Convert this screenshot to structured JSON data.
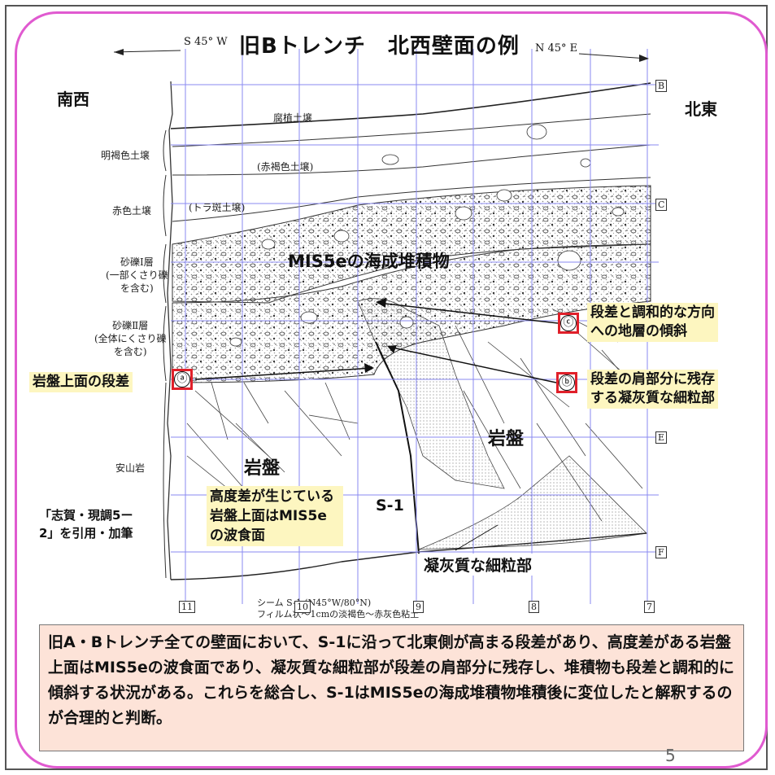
{
  "slide": {
    "title": "旧Bトレンチ　北西壁面の例",
    "direction_left": "S 45° W",
    "direction_right": "N 45° E",
    "side_left": "南西",
    "side_right": "北東",
    "page_number": "5",
    "citation": "「志賀・現調5ー2」を引用・加筆"
  },
  "layers": {
    "top_soil": "腐植土壌",
    "light_brown": "明褐色土壌",
    "reddish_brown": "(赤褐色土壌)",
    "red_soil": "赤色土壌",
    "tiger_soil": "(トラ斑土壌)",
    "gravel1": "砂礫Ⅰ層\n(一部くさり礫\nを含む)",
    "gravel2": "砂礫Ⅱ層\n(全体にくさり礫\nを含む)",
    "andesite": "安山岩",
    "seam": "シーム S-1 (N45°W/80°N)\nフィルム状～1cmの淡褐色～赤灰色粘土"
  },
  "grid_tags": {
    "row": [
      "B",
      "C",
      "E",
      "F"
    ],
    "col": [
      "11",
      "10",
      "9",
      "8",
      "7"
    ]
  },
  "annotations": {
    "marine_deposit": "MIS5eの海成堆積物",
    "bedrock_right": "岩盤",
    "bedrock_left": "岩盤",
    "s1": "S-1",
    "tuff_bottom": "凝灰質な細粒部",
    "wave_cut_note": "高度差が生じている岩盤上面はMIS5eの波食面"
  },
  "callouts": {
    "a": {
      "marker": "ⓐ",
      "text": "岩盤上面の段差"
    },
    "b": {
      "marker": "ⓑ",
      "text": "段差の肩部分に残存\nする凝灰質な細粒部"
    },
    "c": {
      "marker": "ⓒ",
      "text": "段差と調和的な方向\nへの地層の傾斜"
    }
  },
  "summary": "旧A・Bトレンチ全ての壁面において、S-1に沿って北東側が高まる段差があり、高度差がある岩盤上面はMIS5eの波食面であり、凝灰質な細粒部が段差の肩部分に残存し、堆積物も段差と調和的に傾斜する状況がある。これらを総合し、S-1はMIS5eの海成堆積物堆積後に変位したと解釈するのが合理的と判断。",
  "colors": {
    "slide_border": "#e05ad0",
    "grid": "#8a8af0",
    "marker_border": "#e0202a",
    "callout_bg": "#fdf6c0",
    "summary_bg": "#fde3d8"
  }
}
